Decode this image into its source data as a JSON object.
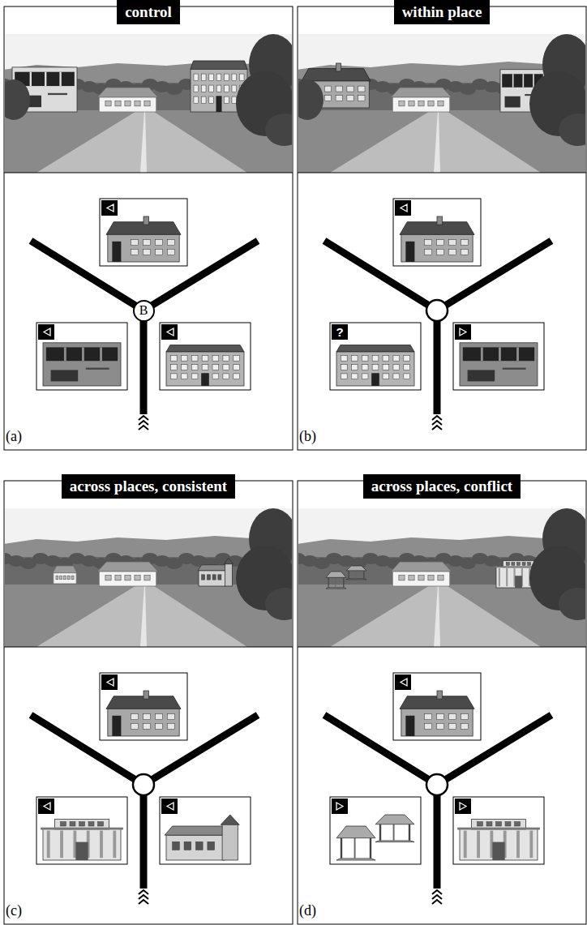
{
  "diagram": {
    "nodes": [
      {
        "text": [
          "control"
        ]
      },
      {
        "text": [
          "B"
        ]
      },
      {
        "text": [
          "within place"
        ]
      },
      {
        "text": [
          "?"
        ]
      },
      {
        "text": [
          "across places, consistent"
        ]
      },
      {
        "text": [
          "across places, conflict"
        ]
      }
    ],
    "labels": [
      "(a)",
      "(b)",
      "(c)",
      "(d)"
    ]
  }
}
